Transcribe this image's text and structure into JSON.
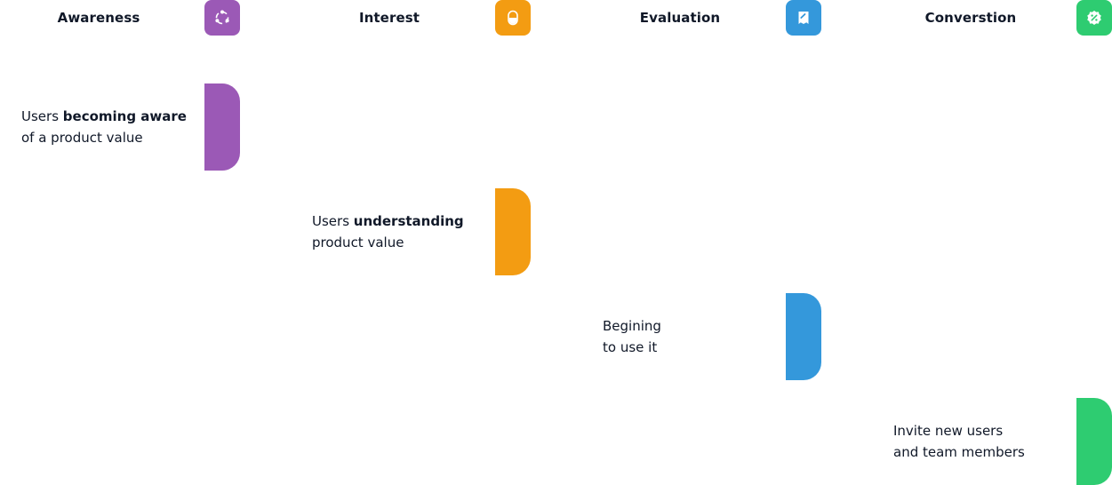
{
  "stages": [
    {
      "title": "Awareness",
      "color": "#9B59B6",
      "icon": "share-nodes-icon",
      "desc_lines": [
        {
          "pre": "Users ",
          "bold": "becoming aware",
          "post": ""
        },
        {
          "pre": "of a product value",
          "bold": "",
          "post": ""
        }
      ]
    },
    {
      "title": "Interest",
      "color": "#F39C12",
      "icon": "toggle-capsule-icon",
      "desc_lines": [
        {
          "pre": "Users ",
          "bold": "understanding",
          "post": ""
        },
        {
          "pre": "product value",
          "bold": "",
          "post": ""
        }
      ]
    },
    {
      "title": "Evaluation",
      "color": "#3498DB",
      "icon": "bookmark-ticket-icon",
      "desc_lines": [
        {
          "pre": "Begining",
          "bold": "",
          "post": ""
        },
        {
          "pre": "to use it",
          "bold": "",
          "post": ""
        }
      ]
    },
    {
      "title": "Converstion",
      "color": "#2ECC71",
      "icon": "discount-badge-icon",
      "desc_lines": [
        {
          "pre": "Invite new users",
          "bold": "",
          "post": ""
        },
        {
          "pre": "and team members",
          "bold": "",
          "post": ""
        }
      ]
    }
  ]
}
